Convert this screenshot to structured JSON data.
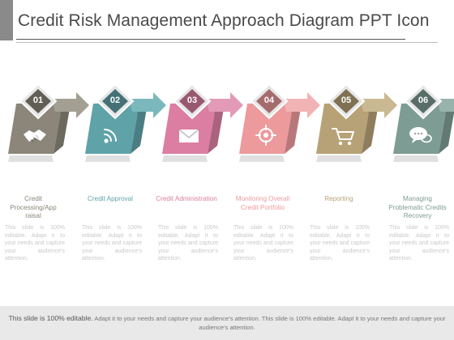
{
  "slide": {
    "title": "Credit Risk Management Approach Diagram PPT Icon"
  },
  "steps": [
    {
      "number": "01",
      "label": "Credit Processing/App raisal",
      "icon": "handshake-icon",
      "color": "#8b8679",
      "arrow_color": "#a39f92",
      "desc": "This slide is 100% editable. Adapt it to your needs and capture your audience's attention."
    },
    {
      "number": "02",
      "label": "Credit Approval",
      "icon": "rss-feed-icon",
      "color": "#5fa2a8",
      "arrow_color": "#7bb8bd",
      "desc": "This slide is 100% editable. Adapt it to your needs and capture your audience's attention."
    },
    {
      "number": "03",
      "label": "Credit Administration",
      "icon": "envelope-icon",
      "color": "#db7ea2",
      "arrow_color": "#e39ab7",
      "desc": "This slide is 100% editable. Adapt it to your needs and capture your audience's attention."
    },
    {
      "number": "04",
      "label": "Monitoring Overall Credit Portfolio",
      "icon": "target-icon",
      "color": "#ec9a9c",
      "arrow_color": "#f2b3b4",
      "desc": "This slide is 100% editable. Adapt it to your needs and capture your audience's attention."
    },
    {
      "number": "05",
      "label": "Reporting",
      "icon": "shopping-cart-icon",
      "color": "#b7a277",
      "arrow_color": "#c9b891",
      "desc": "This slide is 100% editable. Adapt it to your needs and capture your audience's attention."
    },
    {
      "number": "06",
      "label": "Managing Problematic Credits Recovery",
      "icon": "chat-bubbles-icon",
      "color": "#7d9c94",
      "arrow_color": "#97b3ab",
      "desc": "This slide is 100% editable. Adapt it to your needs and capture your audience's attention."
    }
  ],
  "footer": {
    "lead": "This slide is 100% editable.",
    "rest": " Adapt it to your needs and capture your audience's attention. This slide is 100% editable. Adapt it to your needs and capture your audience's attention."
  }
}
